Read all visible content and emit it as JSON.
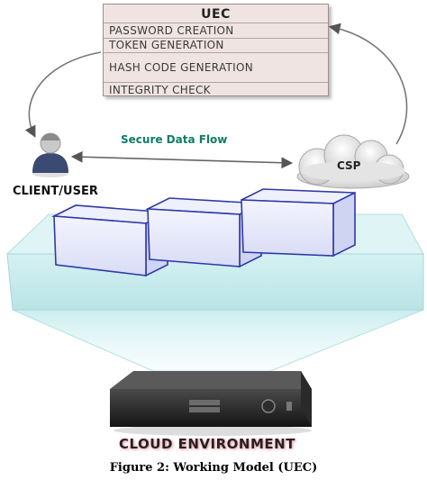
{
  "uec": {
    "title": "UEC",
    "rows": [
      "PASSWORD CREATION",
      "TOKEN GENERATION",
      "HASH CODE GENERATION",
      "INTEGRITY CHECK"
    ]
  },
  "flow_label": "Secure Data Flow",
  "client_label": "CLIENT/USER",
  "csp_label": "CSP",
  "cloud_label": "CLOUD ENVIRONMENT",
  "caption": "Figure 2: Working Model (UEC)",
  "colors": {
    "flow_text": "#0f7d66",
    "cube_face": "#e9ebfb",
    "cube_edge": "#2f3aa8",
    "platform": "#c9ecee",
    "uec_fill": "#efe4e1"
  }
}
